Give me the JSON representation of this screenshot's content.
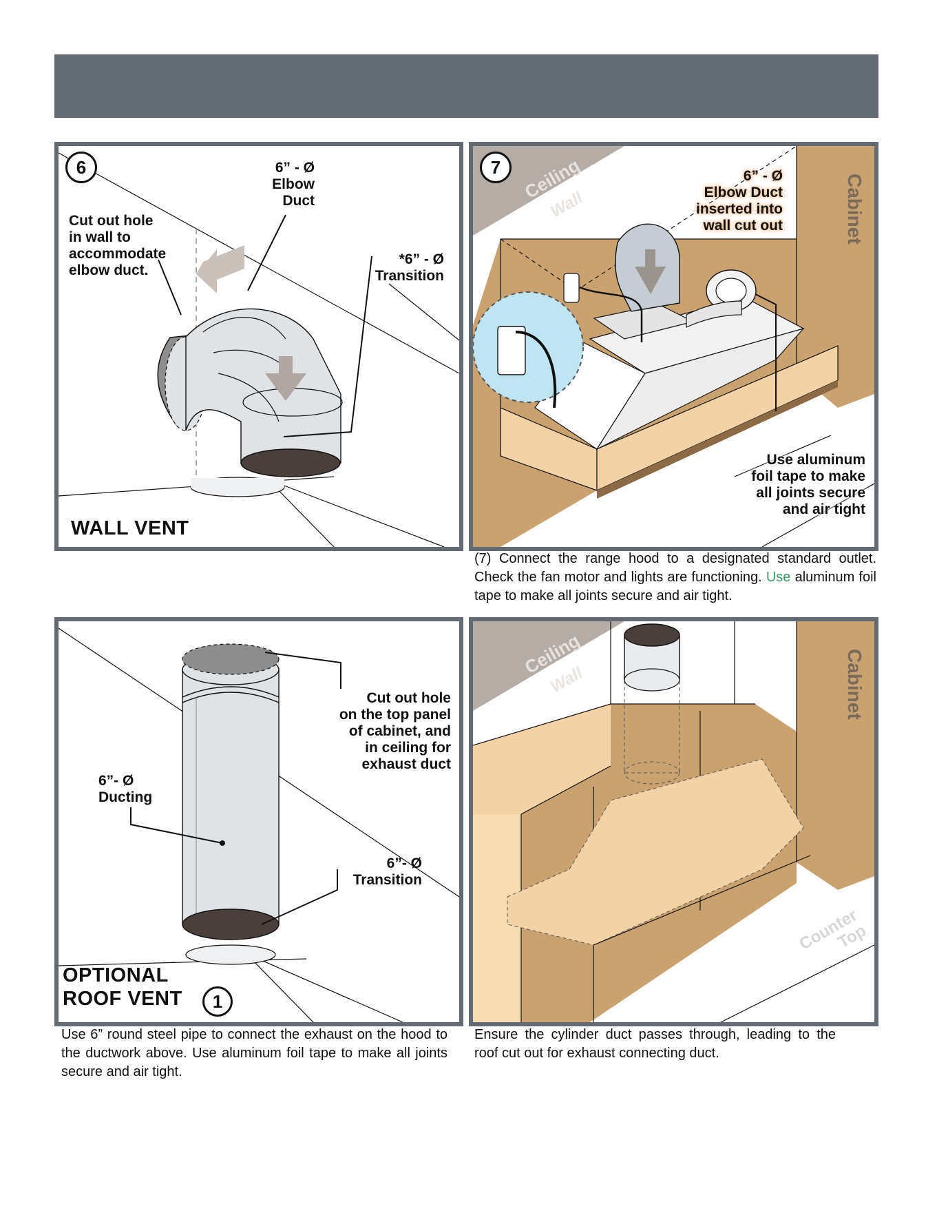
{
  "panels": {
    "wall_vent": {
      "step": "6",
      "title": "WALL VENT",
      "label_cut_hole": "Cut out hole\nin wall to\naccommodate\nelbow duct.",
      "label_elbow": "6” - Ø\nElbow\nDuct",
      "label_transition": "*6” - Ø\nTransition"
    },
    "step7": {
      "step": "7",
      "ceiling": "Ceiling",
      "wall": "Wall",
      "cabinet": "Cabinet",
      "label_elbow": "6” - Ø\nElbow Duct\ninserted into\nwall cut out",
      "label_tape": "Use aluminum\nfoil tape to make\nall joints secure\nand air tight",
      "caption_a": "(7) Connect the range hood to a designated standard outlet.  Check the fan motor and lights are functioning. ",
      "caption_b": "Use",
      "caption_c": " aluminum foil tape to make all joints secure and air tight."
    },
    "roof_vent": {
      "step": "1",
      "title_line1": "OPTIONAL",
      "title_line2": "ROOF VENT",
      "label_cut_hole": "Cut out hole\non the top panel\nof cabinet, and\nin ceiling for\nexhaust duct",
      "label_ducting": "6”- Ø\nDucting",
      "label_transition": "6”- Ø\nTransition",
      "caption": "Use 6” round steel pipe to connect the exhaust on the hood to the ductwork above. Use aluminum foil tape to make all joints secure and air tight."
    },
    "cylinder": {
      "ceiling": "Ceiling",
      "wall": "Wall",
      "cabinet": "Cabinet",
      "counter_top": "Counter\nTop",
      "caption": "Ensure the cylinder duct passes through, leading to the roof cut out for exhaust connecting duct."
    }
  },
  "colors": {
    "frame": "#626a73",
    "cabinet": "#c9a270",
    "cabinet_light": "#f3d3a5",
    "ceiling": "#b5aca6",
    "duct": "#dfe3e6",
    "duct_dark": "#4a3f3b",
    "callout_bg": "#bfe5f3",
    "highlight": "#f3c9a5"
  }
}
